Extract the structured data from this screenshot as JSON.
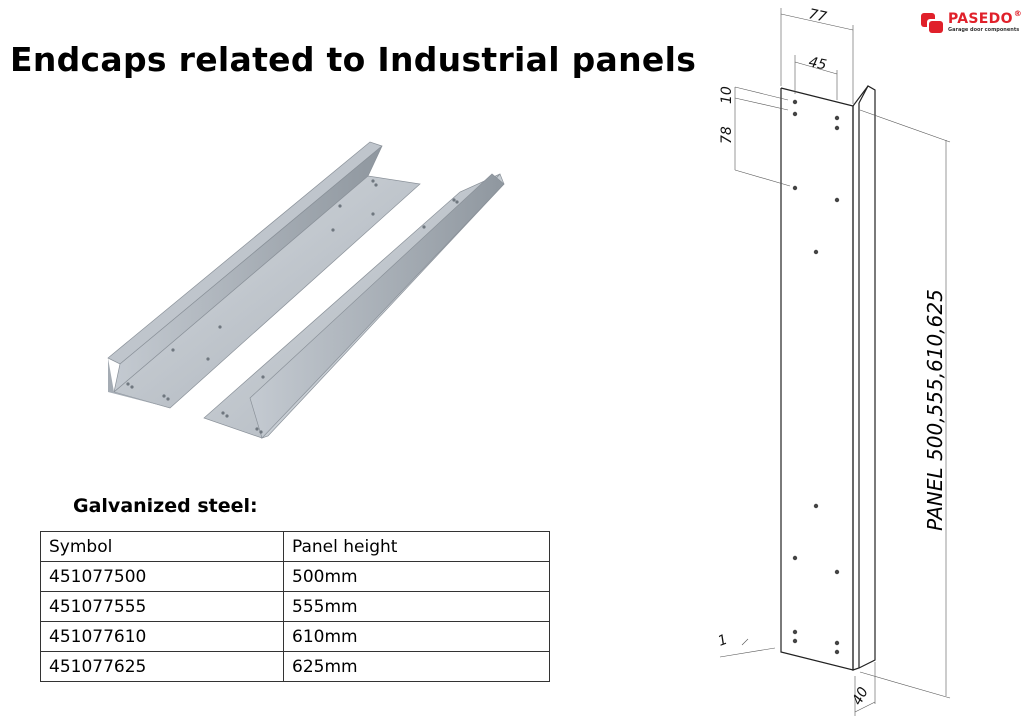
{
  "page": {
    "title": "Endcaps related to Industrial panels"
  },
  "logo": {
    "brand": "PASEDO",
    "registered": "®",
    "tagline": "Garage door components",
    "color": "#e0202a"
  },
  "product_image": {
    "alt": "Two galvanized steel endcap profiles"
  },
  "material": {
    "heading": "Galvanized steel:"
  },
  "table": {
    "headers": [
      "Symbol",
      "Panel height"
    ],
    "rows": [
      [
        "451077500",
        "500mm"
      ],
      [
        "451077555",
        "555mm"
      ],
      [
        "451077610",
        "610mm"
      ],
      [
        "451077625",
        "625mm"
      ]
    ]
  },
  "drawing": {
    "dim_width_total": "77",
    "dim_hole_spacing": "45",
    "dim_top_offset": "10",
    "dim_hole_pitch": "78",
    "dim_thickness": "1",
    "dim_depth": "40",
    "panel_label": "PANEL 500,555,610,625"
  }
}
